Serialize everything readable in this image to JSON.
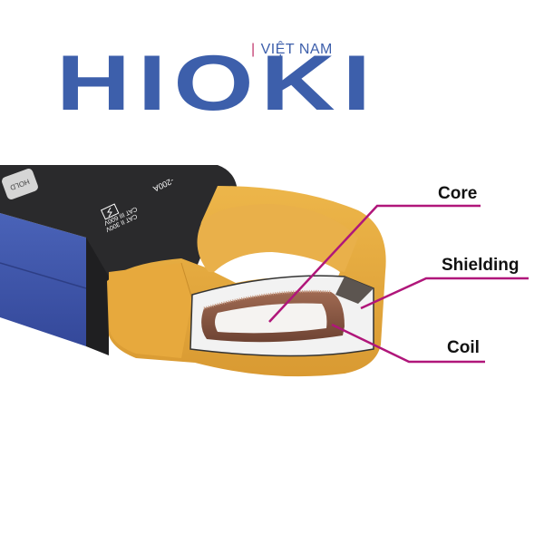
{
  "brand": {
    "logo_text": "HIOKI",
    "logo_subtitle": "VIỆT NAM",
    "logo_color": "#3d5fab",
    "accent_bar_color": "#c23a6e"
  },
  "device": {
    "button_label": "HOLD",
    "model_text": "-200A",
    "rating_line_1": "CAT III 600V",
    "rating_line_2": "CAT II 300V",
    "warning_symbol": "lightning-warning",
    "colors": {
      "body_blue": "#3e56a8",
      "body_black": "#2a2a2c",
      "jaw_yellow": "#e4a93f",
      "shield_white": "#f2f2f2",
      "coil_copper": "#8a5a46"
    }
  },
  "callouts": {
    "line_color": "#b0167a",
    "items": [
      {
        "label": "Core"
      },
      {
        "label": "Shielding"
      },
      {
        "label": "Coil"
      }
    ]
  }
}
